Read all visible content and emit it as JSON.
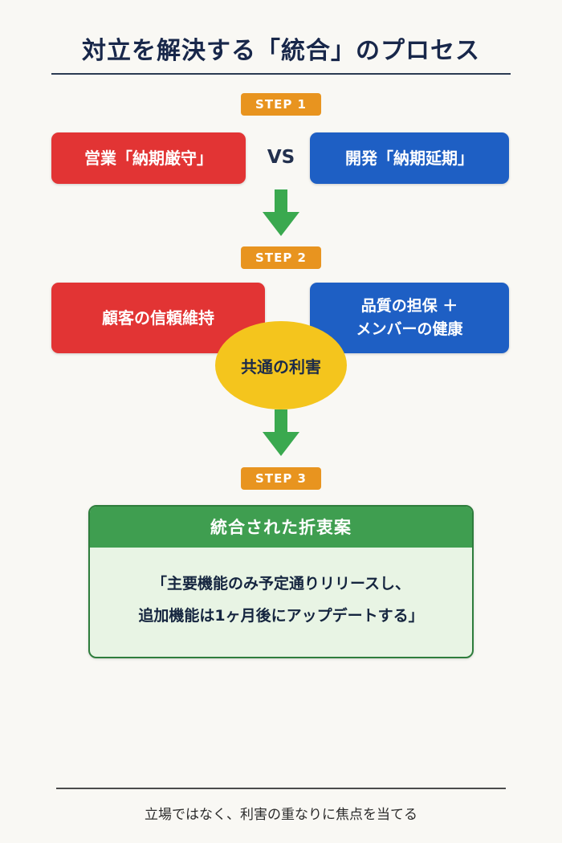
{
  "page": {
    "title": "対立を解決する「統合」のプロセス",
    "footer": "立場ではなく、利害の重なりに焦点を当てる"
  },
  "colors": {
    "background": "#f9f8f4",
    "title_text": "#18274a",
    "badge_orange": "#e8941f",
    "box_red": "#e23434",
    "box_blue": "#1e5fc4",
    "arrow_green": "#3aa94f",
    "ellipse_yellow": "#f4c51d",
    "panel_header_green": "#3f9e50",
    "panel_body_green": "#e8f4e4",
    "panel_border_green": "#2e7d3c"
  },
  "steps": {
    "step1": {
      "badge": "STEP 1",
      "left_box": "営業「納期厳守」",
      "vs": "VS",
      "right_box": "開発「納期延期」"
    },
    "step2": {
      "badge": "STEP 2",
      "left_box": "顧客の信頼維持",
      "right_box_line1": "品質の担保 ＋",
      "right_box_line2": "メンバーの健康",
      "overlap_label": "共通の利害"
    },
    "step3": {
      "badge": "STEP 3",
      "header": "統合された折衷案",
      "body_line1": "「主要機能のみ予定通りリリースし、",
      "body_line2": "追加機能は1ヶ月後にアップデートする」"
    }
  },
  "icons": {
    "down_arrow": "down-arrow"
  }
}
